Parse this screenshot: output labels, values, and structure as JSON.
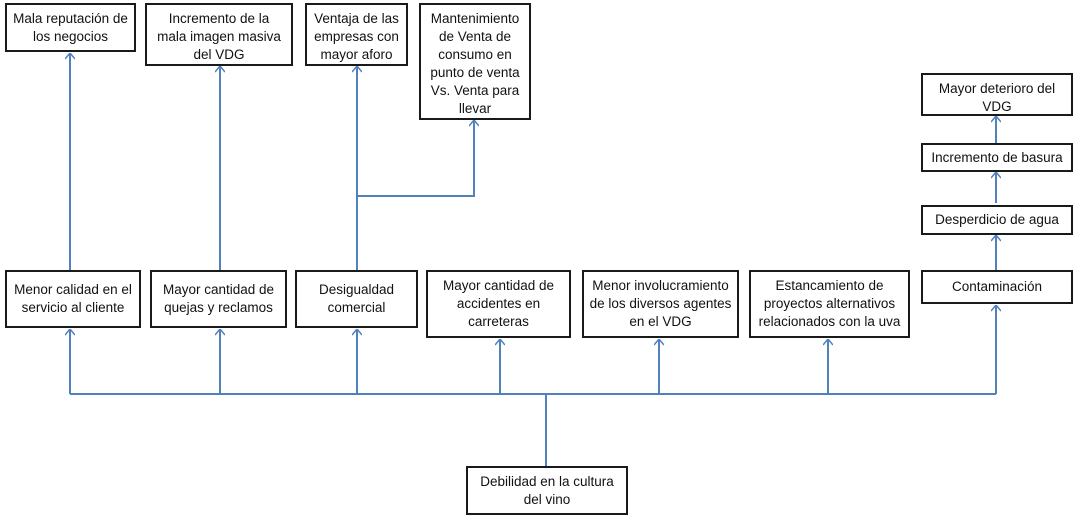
{
  "root": "Debilidad en la cultura\ndel vino",
  "causes": {
    "menor_calidad": "Menor calidad en el\nservicio al cliente",
    "quejas": "Mayor cantidad de\nquejas y reclamos",
    "desigualdad": "Desigualdad\ncomercial",
    "accidentes": "Mayor cantidad de\naccidentes en\ncarreteras",
    "involucramiento": "Menor involucramiento\nde los diversos agentes\nen el VDG",
    "estancamiento": "Estancamiento de\nproyectos alternativos\nrelacionados con la uva",
    "contaminacion": "Contaminación"
  },
  "effects": {
    "mala_reputacion": "Mala reputación de\nlos negocios",
    "mala_imagen": "Incremento de la\nmala imagen masiva\ndel VDG",
    "ventaja": "Ventaja de las\nempresas con\nmayor aforo",
    "mantenimiento": "Mantenimiento\nde Venta de\nconsumo en\npunto de venta\nVs. Venta para\nllevar",
    "desperdicio": "Desperdicio de agua",
    "basura": "Incremento de basura",
    "deterioro": "Mayor deterioro del\nVDG"
  },
  "colors": {
    "connector": "#4f81bd",
    "border": "#1a1a1a"
  }
}
